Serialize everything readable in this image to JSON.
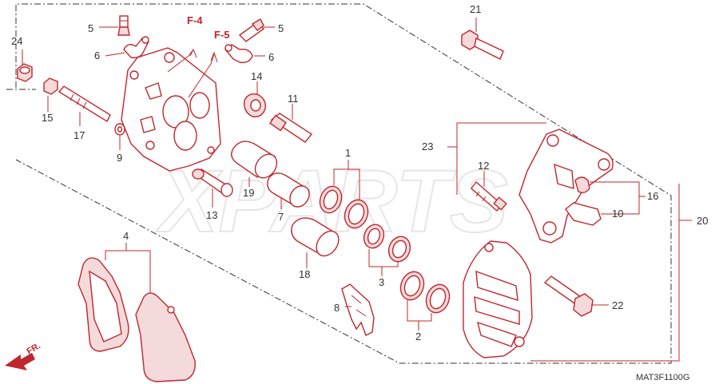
{
  "watermark": "XPARTS",
  "diagram_code": "MAT3F1100G",
  "front_arrow": {
    "text": "FR.",
    "color": "#c0262d"
  },
  "references": {
    "f4": "F-4",
    "f5": "F-5"
  },
  "colors": {
    "line": "#c0262d",
    "text": "#333333",
    "background": "#ffffff"
  },
  "callouts": {
    "c1": "1",
    "c2": "2",
    "c3": "3",
    "c4": "4",
    "c5a": "5",
    "c5b": "5",
    "c6a": "6",
    "c6b": "6",
    "c7": "7",
    "c8": "8",
    "c9": "9",
    "c10": "10",
    "c11": "11",
    "c12": "12",
    "c13": "13",
    "c14": "14",
    "c15": "15",
    "c16": "16",
    "c17": "17",
    "c18": "18",
    "c19": "19",
    "c20": "20",
    "c21": "21",
    "c22": "22",
    "c23": "23",
    "c24": "24"
  }
}
